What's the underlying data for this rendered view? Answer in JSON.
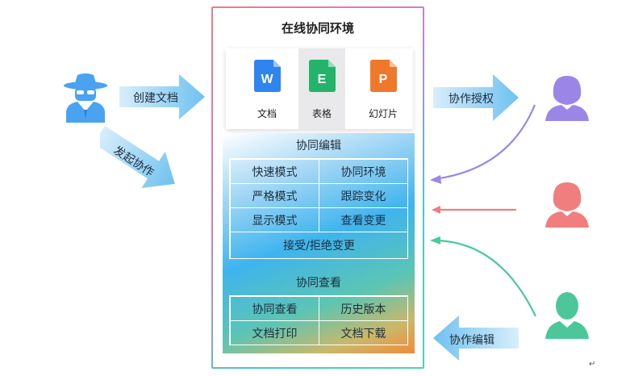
{
  "environment": {
    "title": "在线协同环境",
    "apps": [
      {
        "letter": "W",
        "label": "文档",
        "color": "#2f84f0"
      },
      {
        "letter": "E",
        "label": "表格",
        "color": "#24b36b"
      },
      {
        "letter": "P",
        "label": "幻灯片",
        "color": "#f0782a"
      }
    ]
  },
  "collab_edit": {
    "title": "协同编辑",
    "cells": [
      "快速模式",
      "协同环境",
      "严格模式",
      "跟踪变化",
      "显示模式",
      "查看变更"
    ],
    "wide_cell": "接受/拒绝变更"
  },
  "collab_view": {
    "title": "协同查看",
    "cells": [
      "协同查看",
      "历史版本",
      "文档打印",
      "文档下载"
    ]
  },
  "arrows": {
    "create_doc": "创建文档",
    "start_collab": "发起协作",
    "authorize": "协作授权",
    "collab_edit": "协作编辑"
  },
  "colors": {
    "owner": "#4aa3f0",
    "user_purple": "#9b86e8",
    "user_red": "#f07e7e",
    "user_green": "#4cc79a",
    "arrow_fill": "#8fd0f3"
  },
  "trailing_mark": "↵"
}
